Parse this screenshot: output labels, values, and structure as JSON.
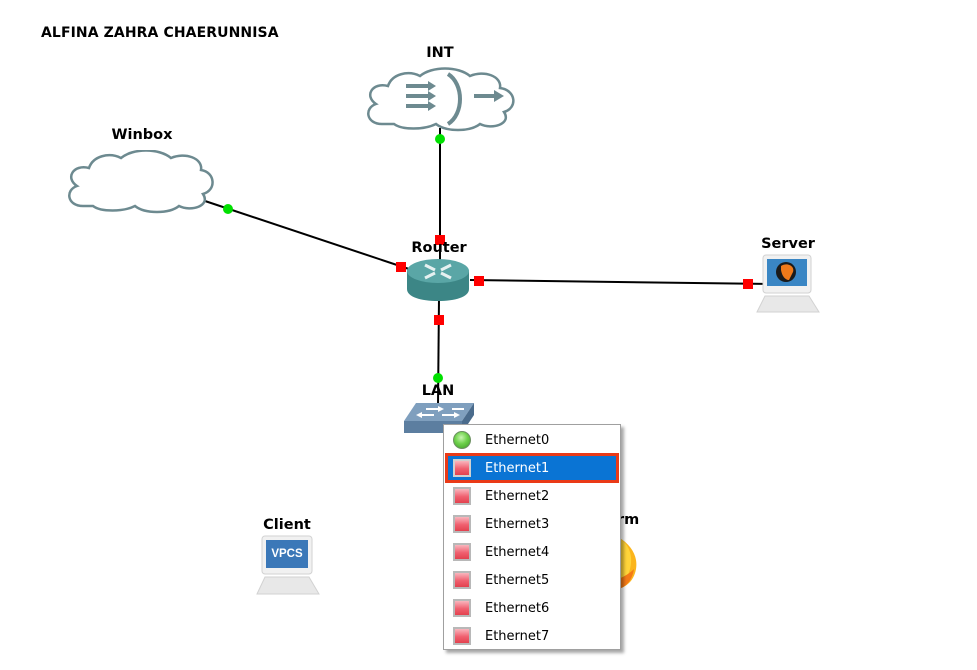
{
  "title": "ALFINA ZAHRA CHAERUNNISA",
  "nodes": {
    "int": {
      "label": "INT",
      "icon": "cloud-nat-icon"
    },
    "winbox": {
      "label": "Winbox",
      "icon": "cloud-icon"
    },
    "router": {
      "label": "Router",
      "icon": "router-icon"
    },
    "server": {
      "label": "Server",
      "icon": "qemu-server-icon"
    },
    "lan": {
      "label": "LAN",
      "icon": "ethernet-switch-icon"
    },
    "client": {
      "label": "Client",
      "icon": "vpcs-icon",
      "screen_text": "VPCS"
    },
    "partial": {
      "label": "rm",
      "icon": "firefox-icon"
    }
  },
  "link_status_colors": {
    "up": "#00e000",
    "down": "#ff0000"
  },
  "port_menu": {
    "items": [
      {
        "label": "Ethernet0",
        "status": "connected"
      },
      {
        "label": "Ethernet1",
        "status": "free",
        "selected": true
      },
      {
        "label": "Ethernet2",
        "status": "free"
      },
      {
        "label": "Ethernet3",
        "status": "free"
      },
      {
        "label": "Ethernet4",
        "status": "free"
      },
      {
        "label": "Ethernet5",
        "status": "free"
      },
      {
        "label": "Ethernet6",
        "status": "free"
      },
      {
        "label": "Ethernet7",
        "status": "free"
      }
    ],
    "selection_color": "#0a74d4",
    "highlight_border_color": "#ea3a17"
  }
}
